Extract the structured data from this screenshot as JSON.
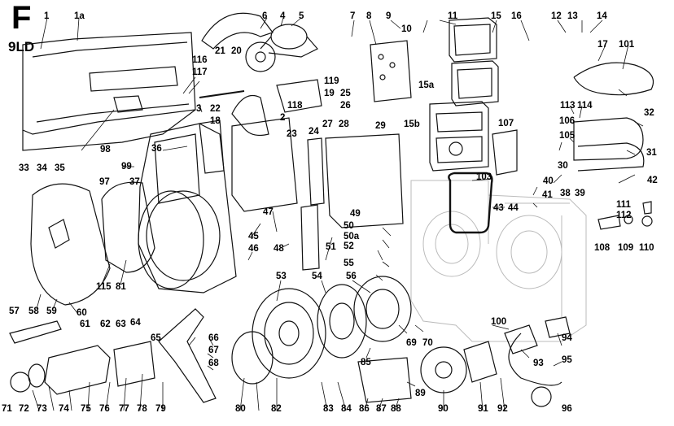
{
  "header": {
    "letter": "F",
    "model": "9LD"
  },
  "labels": [
    "1",
    "1a",
    "6",
    "4",
    "5",
    "7",
    "8",
    "9",
    "11",
    "15",
    "16",
    "12",
    "13",
    "14",
    "10",
    "17",
    "101",
    "21",
    "20",
    "116",
    "117",
    "3",
    "119",
    "25",
    "26",
    "2",
    "19",
    "118",
    "22",
    "18",
    "15a",
    "113",
    "114",
    "106",
    "32",
    "105",
    "27",
    "28",
    "29",
    "23",
    "15b",
    "107",
    "31",
    "30",
    "36",
    "24",
    "98",
    "33",
    "34",
    "35",
    "99",
    "103",
    "40",
    "38",
    "39",
    "42",
    "37",
    "97",
    "43",
    "44",
    "41",
    "111",
    "112",
    "47",
    "45",
    "49",
    "50",
    "50a",
    "52",
    "46",
    "48",
    "51",
    "55",
    "108",
    "109",
    "110",
    "115",
    "81",
    "53",
    "54",
    "56",
    "58",
    "59",
    "60",
    "57",
    "64",
    "61",
    "62",
    "63",
    "66",
    "67",
    "68",
    "65",
    "69",
    "70",
    "100",
    "94",
    "93",
    "95",
    "85",
    "89",
    "71",
    "72",
    "73",
    "74",
    "75",
    "76",
    "77",
    "78",
    "79",
    "80",
    "82",
    "83",
    "84",
    "86",
    "87",
    "88",
    "90",
    "91",
    "92",
    "96"
  ]
}
